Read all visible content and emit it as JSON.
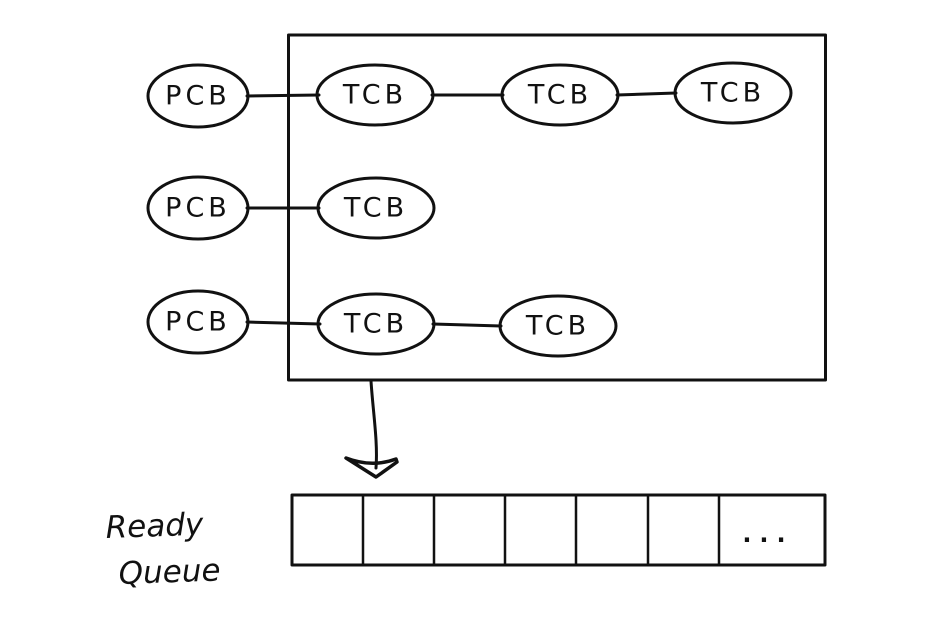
{
  "diagram": {
    "colors": {
      "stroke": "#111111",
      "background": "#ffffff"
    },
    "process_rows": [
      {
        "pcb": "PCB",
        "tcbs": [
          "TCB",
          "TCB",
          "TCB"
        ]
      },
      {
        "pcb": "PCB",
        "tcbs": [
          "TCB"
        ]
      },
      {
        "pcb": "PCB",
        "tcbs": [
          "TCB",
          "TCB"
        ]
      }
    ],
    "ready_queue": {
      "label_lines": [
        "Ready",
        "Queue"
      ],
      "cell_count": 7,
      "ellipsis": "..."
    }
  }
}
